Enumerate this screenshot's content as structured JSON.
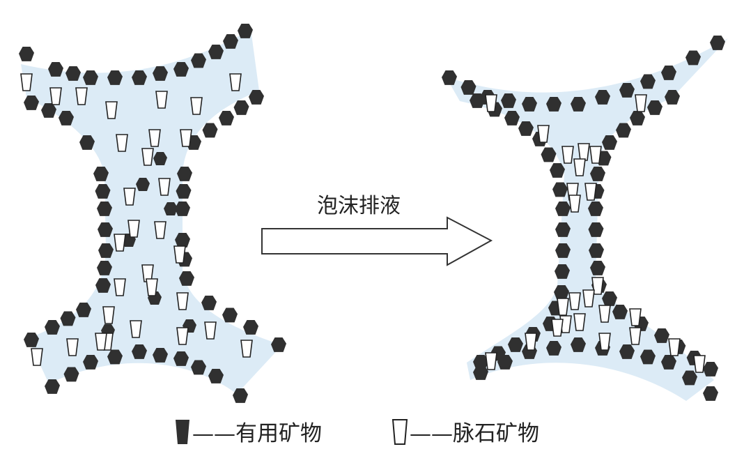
{
  "process_label": "泡沫排液",
  "legend": {
    "valuable": "——有用矿物",
    "gangue": "——脉石矿物"
  },
  "colors": {
    "film_fill": "#dcebf6",
    "film_edge": "#3e4c58",
    "valuable_particle": "#303030",
    "gangue_particle": "#ffffff",
    "arrow_fill": "#ffffff",
    "arrow_stroke": "#333333"
  }
}
